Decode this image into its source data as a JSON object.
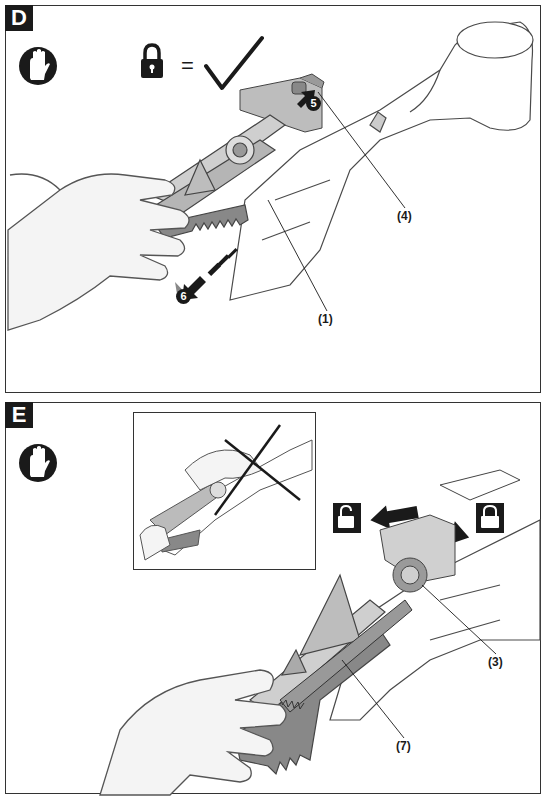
{
  "diagram": {
    "nodes": [
      {
        "text": [
          "D"
        ]
      },
      {
        "text": [
          "5"
        ]
      },
      {
        "text": [
          "6"
        ]
      },
      {
        "text": [
          "E"
        ]
      }
    ],
    "edges": [],
    "labels": [
      "=",
      "(4)",
      "(1)",
      "(3)",
      "(7)"
    ]
  }
}
